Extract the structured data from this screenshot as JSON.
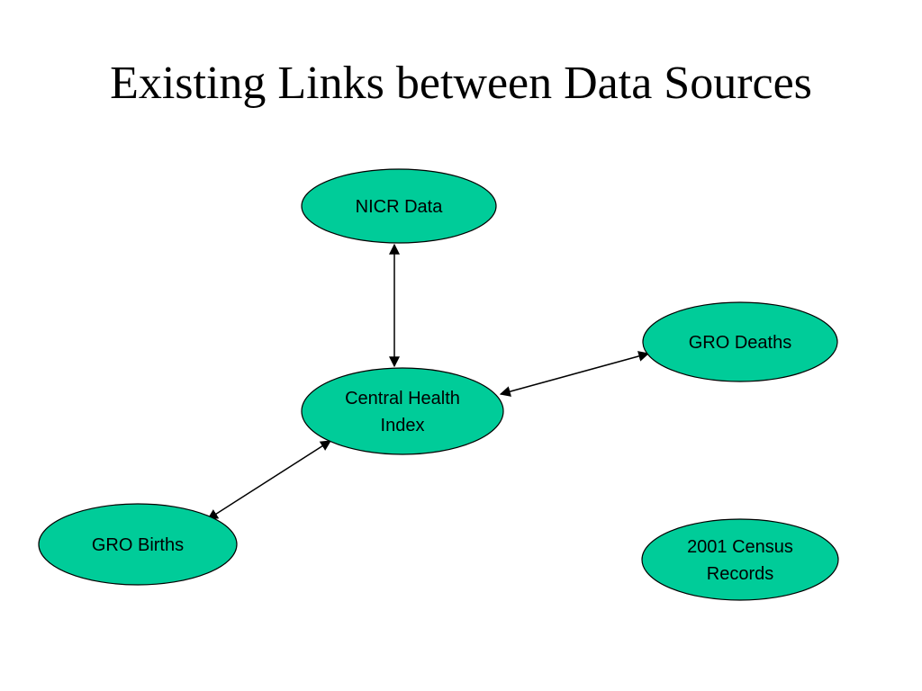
{
  "slide": {
    "title": "Existing Links between Data Sources"
  },
  "colors": {
    "node_fill": "#00CC99",
    "node_stroke": "#000000",
    "edge": "#000000",
    "background": "#FFFFFF"
  },
  "diagram": {
    "nodes": [
      {
        "id": "nicr",
        "lines": [
          "NICR Data"
        ]
      },
      {
        "id": "chi",
        "lines": [
          "Central Health",
          "Index"
        ]
      },
      {
        "id": "deaths",
        "lines": [
          "GRO Deaths"
        ]
      },
      {
        "id": "births",
        "lines": [
          "GRO Births"
        ]
      },
      {
        "id": "census",
        "lines": [
          "2001 Census",
          "Records"
        ]
      }
    ],
    "edges": [
      {
        "from": "nicr",
        "to": "chi",
        "direction": "both"
      },
      {
        "from": "chi",
        "to": "deaths",
        "direction": "both"
      },
      {
        "from": "chi",
        "to": "births",
        "direction": "both"
      }
    ]
  }
}
